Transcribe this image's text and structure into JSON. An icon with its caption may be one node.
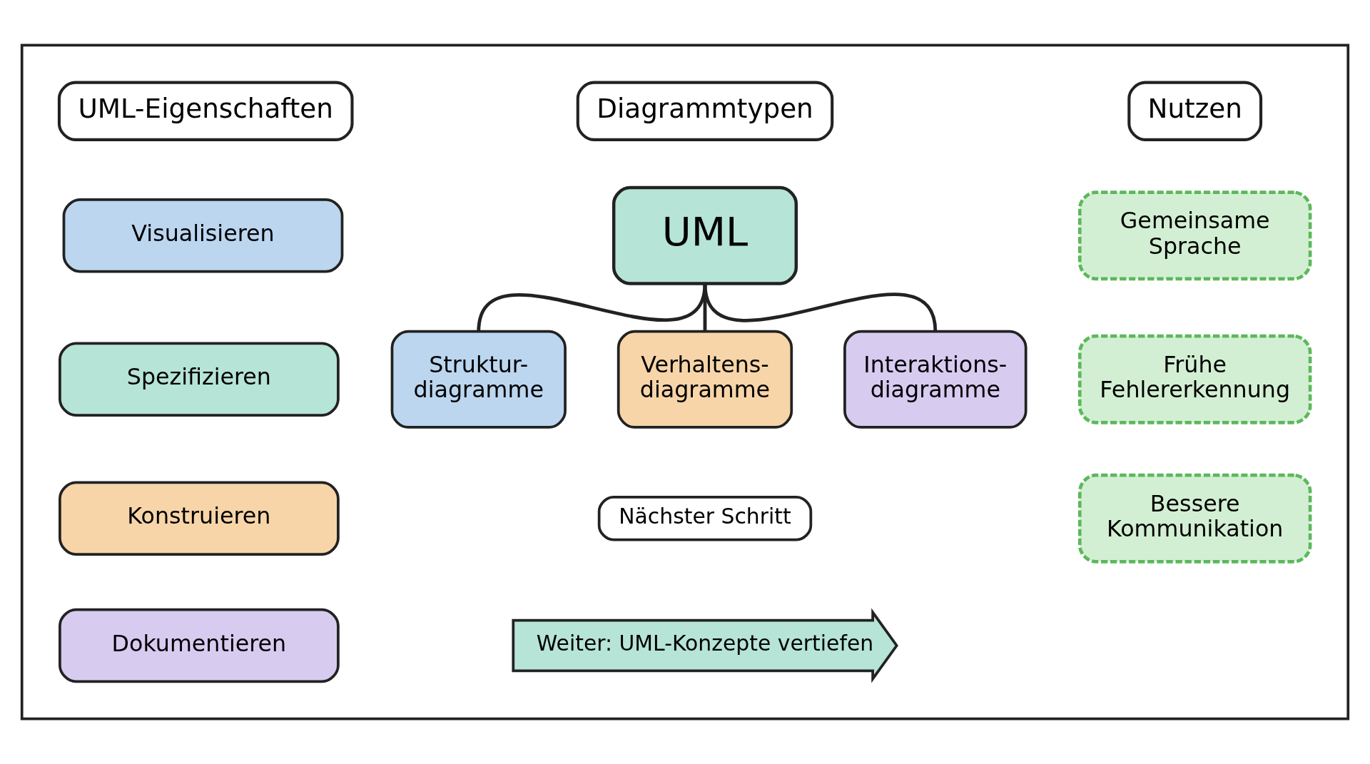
{
  "diagram": {
    "nodes": [
      {
        "text": [],
        "shape": "box"
      },
      {
        "text": [
          "UML-Eigenschaften"
        ],
        "in": 0
      },
      {
        "text": [
          "Visualisieren"
        ],
        "in": 0
      },
      {
        "text": [
          "Spezifizieren"
        ],
        "in": 0
      },
      {
        "text": [
          "Konstruieren"
        ],
        "in": 0
      },
      {
        "text": [
          "Dokumentieren"
        ],
        "in": 0
      },
      {
        "text": [
          "Diagrammtypen"
        ],
        "in": 0
      },
      {
        "text": [
          "UML"
        ],
        "in": 0
      },
      {
        "text": [
          "Struktur- diagramme"
        ],
        "in": 0
      },
      {
        "text": [
          "Verhaltens- diagramme"
        ],
        "in": 0
      },
      {
        "text": [
          "Interaktions- diagramme"
        ],
        "in": 0
      },
      {
        "text": [
          "Nächster Schritt"
        ],
        "in": 0
      },
      {
        "text": [
          "Weiter: UML-Konzepte vertiefen"
        ],
        "in": 0
      },
      {
        "text": [
          "Nutzen"
        ],
        "in": 0
      },
      {
        "text": [
          "Gemeinsame Sprache"
        ],
        "in": 0
      },
      {
        "text": [
          "Frühe Fehlererkennung"
        ],
        "in": 0
      },
      {
        "text": [
          "Bessere Kommunikation"
        ],
        "in": 0
      }
    ],
    "edges": [
      {
        "from": 7,
        "to": 8,
        "arrow": "none"
      },
      {
        "from": 7,
        "to": 9,
        "arrow": "none"
      },
      {
        "from": 7,
        "to": 10,
        "arrow": "none"
      }
    ]
  }
}
